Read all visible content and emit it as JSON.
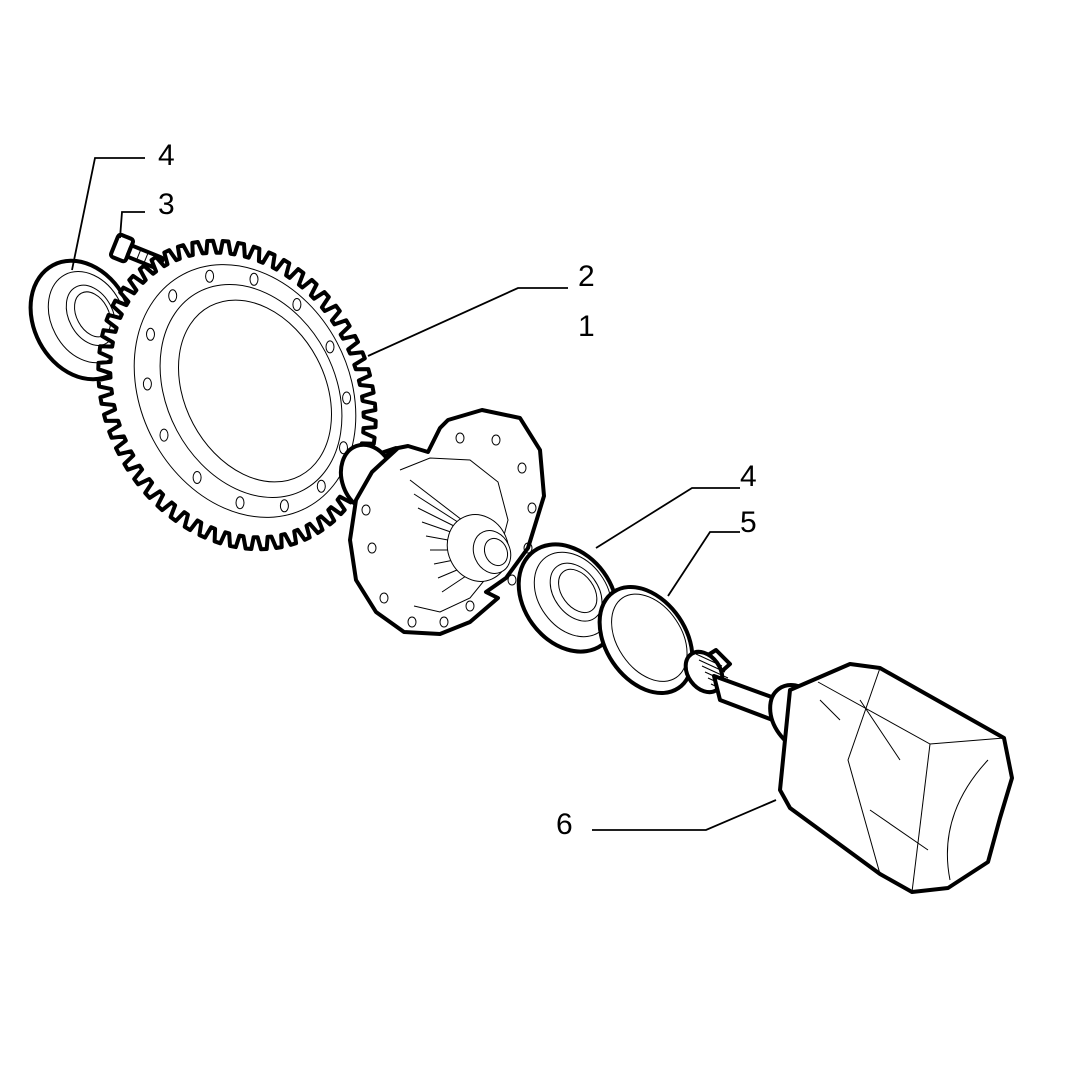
{
  "callouts": [
    {
      "id": "bearing-left",
      "label": "4"
    },
    {
      "id": "bolt",
      "label": "3"
    },
    {
      "id": "ring-gear",
      "label": "2"
    },
    {
      "id": "assembly",
      "label": "1"
    },
    {
      "id": "bearing-right",
      "label": "4"
    },
    {
      "id": "shim-ring",
      "label": "5"
    },
    {
      "id": "joint-housing",
      "label": "6"
    }
  ],
  "colors": {
    "line": "#000000",
    "background": "#ffffff"
  }
}
